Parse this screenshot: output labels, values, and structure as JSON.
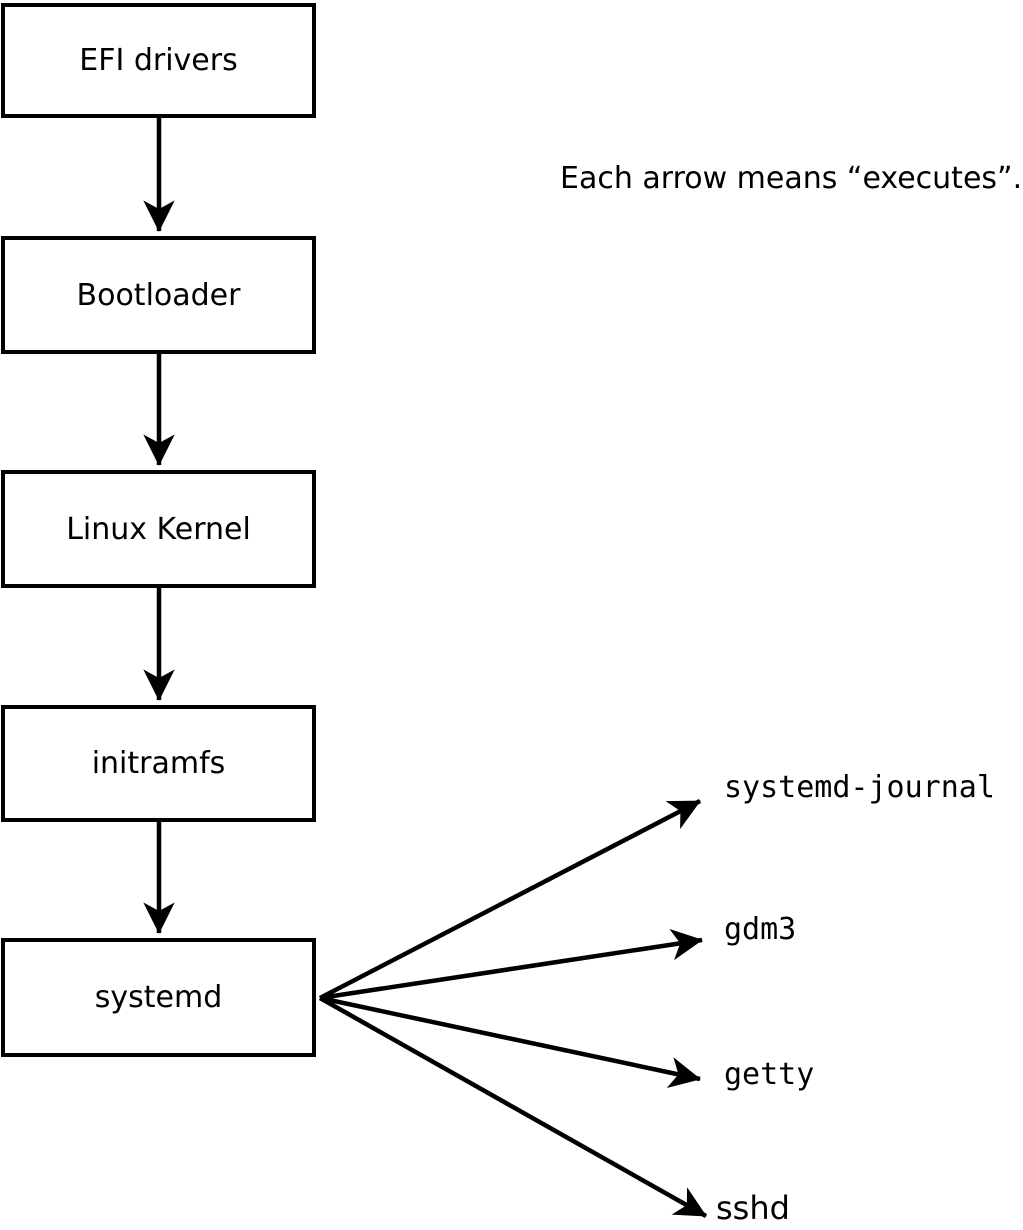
{
  "note": "Each arrow means “executes”.",
  "arrow_meaning": "executes",
  "colors": {
    "line": "#000000",
    "box_background": "#ffffff",
    "text": "#000000"
  },
  "boot_chain": {
    "nodes": [
      {
        "label": "EFI drivers"
      },
      {
        "label": "Bootloader"
      },
      {
        "label": "Linux Kernel"
      },
      {
        "label": "initramfs"
      },
      {
        "label": "systemd"
      }
    ]
  },
  "systemd_targets": [
    {
      "label": "systemd-journal"
    },
    {
      "label": "gdm3"
    },
    {
      "label": "getty"
    },
    {
      "label": "sshd"
    }
  ]
}
